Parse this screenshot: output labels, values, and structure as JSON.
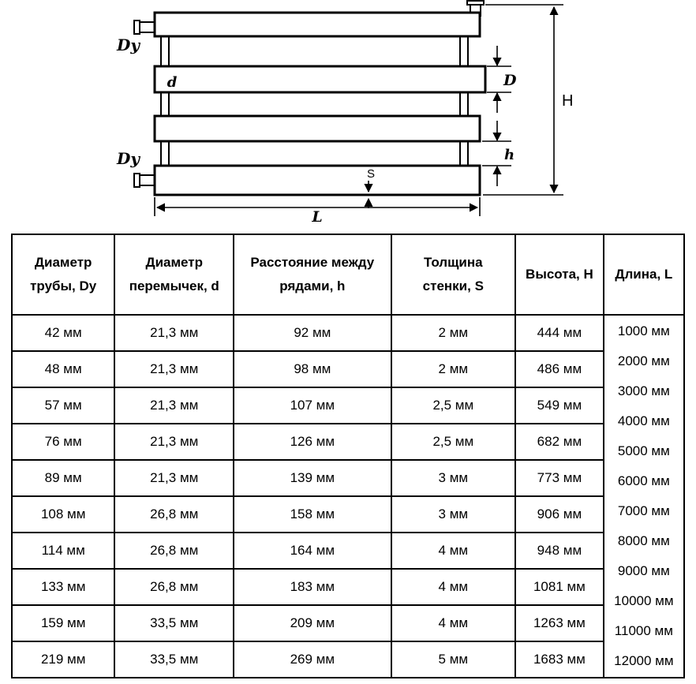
{
  "diagram": {
    "labels": {
      "dy_top": "Dy",
      "dy_bottom": "Dy",
      "d": "d",
      "D": "D",
      "h": "h",
      "H": "H",
      "S": "S",
      "L": "L"
    }
  },
  "table": {
    "headers": [
      "Диаметр\nтрубы, Dy",
      "Диаметр\nперемычек, d",
      "Расстояние между\nрядами, h",
      "Толщина\nстенки, S",
      "Высота, H",
      "Длина, L"
    ],
    "rows": [
      [
        "42 мм",
        "21,3 мм",
        "92 мм",
        "2 мм",
        "444 мм"
      ],
      [
        "48 мм",
        "21,3 мм",
        "98 мм",
        "2 мм",
        "486 мм"
      ],
      [
        "57 мм",
        "21,3 мм",
        "107 мм",
        "2,5 мм",
        "549 мм"
      ],
      [
        "76 мм",
        "21,3 мм",
        "126 мм",
        "2,5 мм",
        "682 мм"
      ],
      [
        "89 мм",
        "21,3 мм",
        "139 мм",
        "3 мм",
        "773 мм"
      ],
      [
        "108 мм",
        "26,8 мм",
        "158 мм",
        "3 мм",
        "906 мм"
      ],
      [
        "114 мм",
        "26,8 мм",
        "164 мм",
        "4 мм",
        "948 мм"
      ],
      [
        "133 мм",
        "26,8 мм",
        "183 мм",
        "4 мм",
        "1081 мм"
      ],
      [
        "159 мм",
        "33,5 мм",
        "209 мм",
        "4 мм",
        "1263 мм"
      ],
      [
        "219 мм",
        "33,5 мм",
        "269 мм",
        "5 мм",
        "1683 мм"
      ]
    ],
    "lengths": [
      "1000 мм",
      "2000 мм",
      "3000 мм",
      "4000 мм",
      "5000 мм",
      "6000 мм",
      "7000 мм",
      "8000 мм",
      "9000 мм",
      "10000 мм",
      "11000 мм",
      "12000 мм"
    ]
  },
  "colors": {
    "ink": "#000000",
    "background": "#ffffff"
  }
}
